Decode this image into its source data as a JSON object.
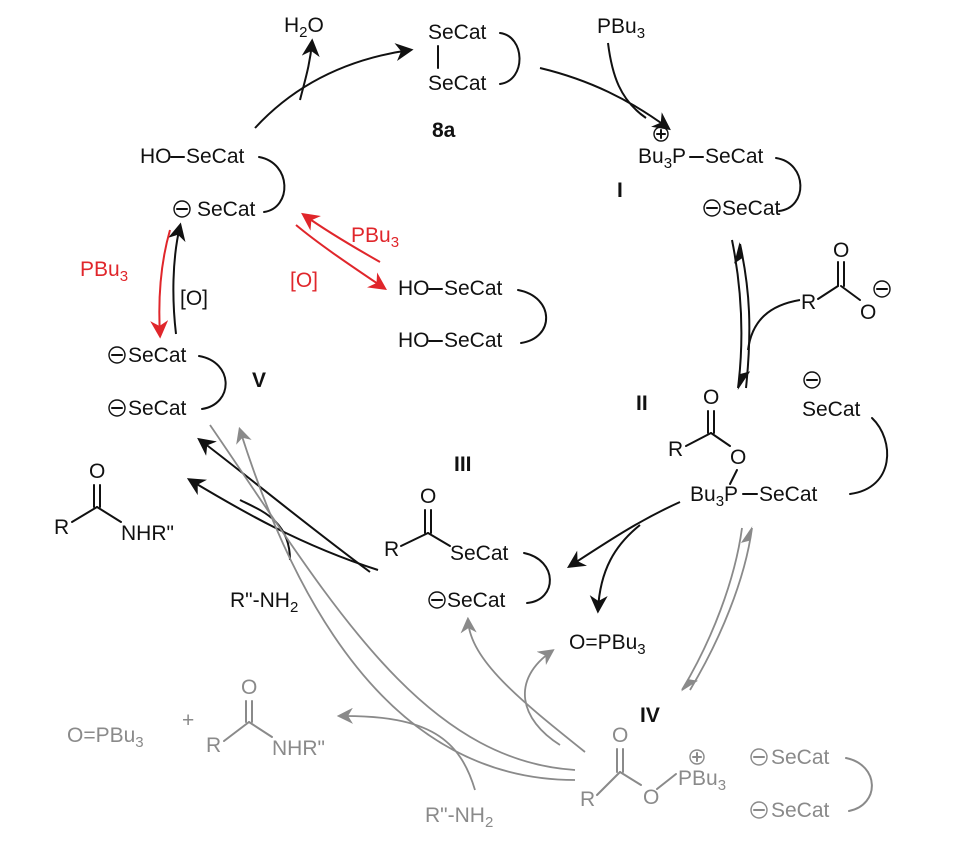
{
  "labels": {
    "cat8a": "8a",
    "I": "I",
    "II": "II",
    "III": "III",
    "IV": "IV",
    "V": "V"
  },
  "t": {
    "water": "H",
    "water_sub": "2",
    "water_o": "O",
    "secat": "SeCat",
    "pbu": "PBu",
    "pbu_sub": "3",
    "bu": "Bu",
    "bu_sub": "3",
    "p": "P",
    "ho_secat": "HO",
    "o": "O",
    "r": "R",
    "nhr": "NHR\"",
    "amine": "R\"-NH",
    "amine_sub": "2",
    "oxide": "O=PBu",
    "oxide_sub": "3",
    "oxidant": "[O]",
    "plus": "+",
    "dash": "–"
  },
  "colors": {
    "black": "#111111",
    "gray": "#8a8a8a",
    "red": "#e0262b"
  }
}
